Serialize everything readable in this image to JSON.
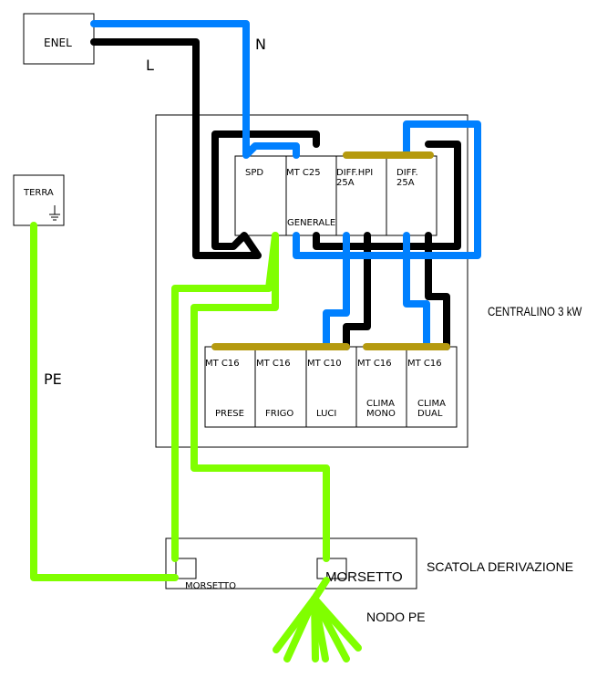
{
  "colors": {
    "neutral": "#0080ff",
    "line": "#000000",
    "earth": "#80ff00",
    "busbar": "#b59a0f"
  },
  "labels": {
    "enel": "ENEL",
    "neutral": "N",
    "line": "L",
    "terra": "TERRA",
    "pe": "PE",
    "centralino": "CENTRALINO 3 kW",
    "scatola": "SCATOLA DERIVAZIONE",
    "nodo_pe": "NODO PE",
    "generale": "GENERALE"
  },
  "top_modules": [
    {
      "name": "SPD",
      "line1": "SPD",
      "line2": ""
    },
    {
      "name": "MT C25",
      "line1": "MT C25",
      "line2": ""
    },
    {
      "name": "DIFF.HPI 25A",
      "line1": "DIFF.HPI",
      "line2": "25A"
    },
    {
      "name": "DIFF. 25A",
      "line1": "DIFF.",
      "line2": "25A"
    }
  ],
  "bottom_modules": [
    {
      "rating": "MT C16",
      "load1": "",
      "load2": "PRESE"
    },
    {
      "rating": "MT C16",
      "load1": "",
      "load2": "FRIGO"
    },
    {
      "rating": "MT C10",
      "load1": "",
      "load2": "LUCI"
    },
    {
      "rating": "MT C16",
      "load1": "CLIMA",
      "load2": "MONO"
    },
    {
      "rating": "MT C16",
      "load1": "CLIMA",
      "load2": "DUAL"
    }
  ],
  "morsetti": [
    {
      "label": "MORSETTO"
    },
    {
      "label": "MORSETTO"
    }
  ]
}
